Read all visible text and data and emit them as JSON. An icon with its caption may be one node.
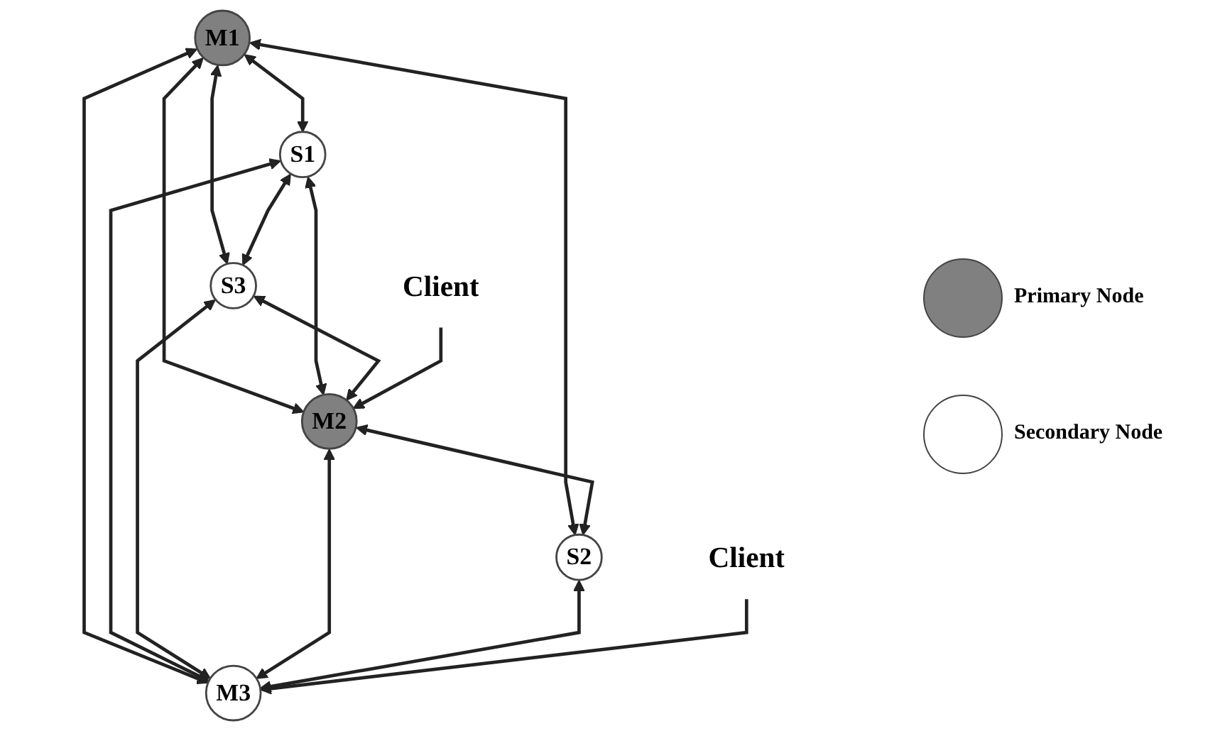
{
  "diagram": {
    "nodes": [
      {
        "text": [
          "M1"
        ]
      },
      {
        "text": [
          "S1"
        ]
      },
      {
        "text": [
          "S3"
        ]
      },
      {
        "text": [
          "M2"
        ]
      },
      {
        "text": [
          "M3"
        ]
      },
      {
        "text": [
          "S2"
        ]
      },
      {
        "text": [
          "Client"
        ]
      },
      {
        "text": [
          "Client"
        ]
      }
    ],
    "edges": [
      {
        "from": 0,
        "to": 1,
        "arrow": "both"
      },
      {
        "from": 0,
        "to": 2,
        "arrow": "both"
      },
      {
        "from": 0,
        "to": 3,
        "arrow": "both"
      },
      {
        "from": 0,
        "to": 5,
        "arrow": "both"
      },
      {
        "from": 0,
        "to": 4,
        "arrow": "both"
      },
      {
        "from": 1,
        "to": 2,
        "arrow": "both"
      },
      {
        "from": 1,
        "to": 3,
        "arrow": "both"
      },
      {
        "from": 1,
        "to": 4,
        "arrow": "both"
      },
      {
        "from": 2,
        "to": 3,
        "arrow": "both"
      },
      {
        "from": 2,
        "to": 4,
        "arrow": "both"
      },
      {
        "from": 3,
        "to": 4,
        "arrow": "both"
      },
      {
        "from": 3,
        "to": 5,
        "arrow": "both"
      },
      {
        "from": 5,
        "to": 4,
        "arrow": "both"
      },
      {
        "from": 6,
        "to": 3,
        "arrow": "to"
      },
      {
        "from": 7,
        "to": 4,
        "arrow": "to"
      }
    ],
    "legend": [
      {
        "text": "Primary Node",
        "color": "#808080"
      },
      {
        "text": "Secondary Node",
        "color": "#ffffff"
      }
    ]
  }
}
